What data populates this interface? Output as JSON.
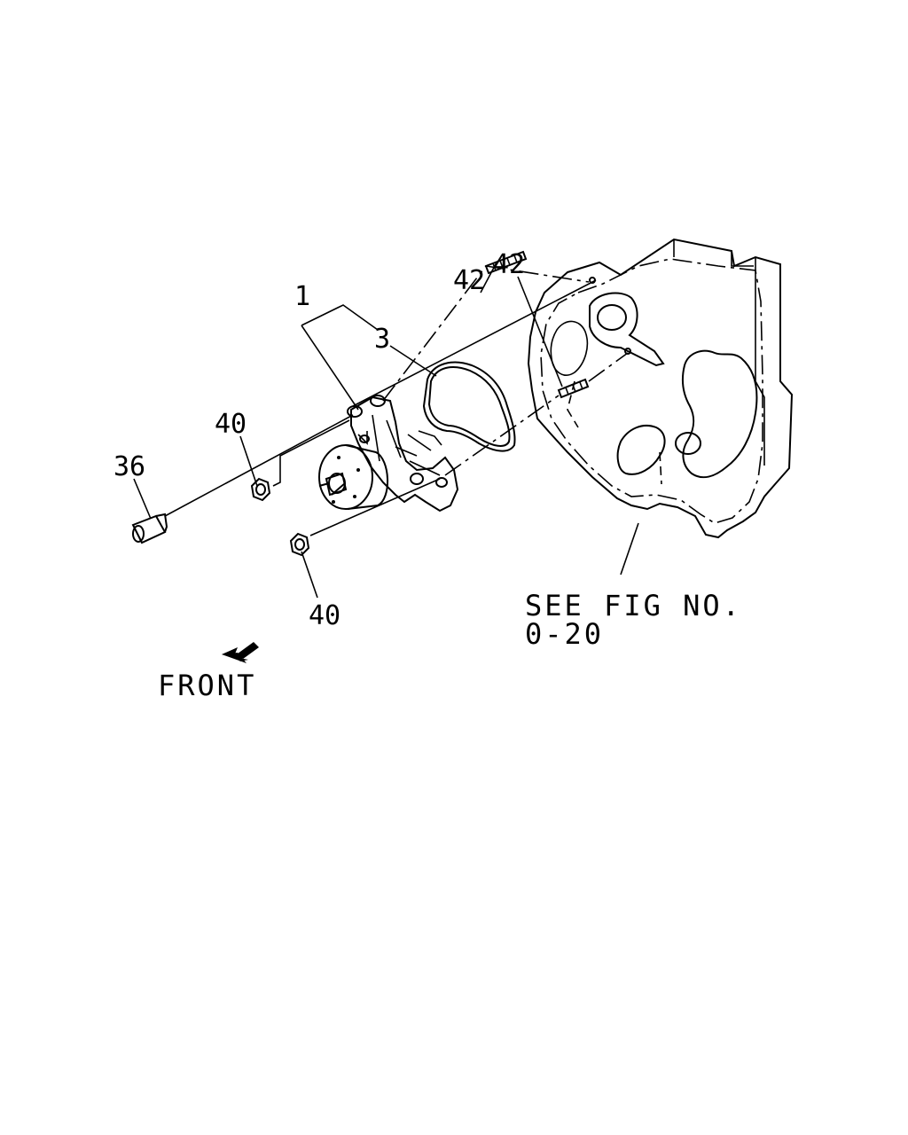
{
  "callouts": {
    "pump": "1",
    "gasket": "3",
    "bolt": "36",
    "nut_upper": "40",
    "nut_lower": "40",
    "stud_left": "42",
    "stud_right": "42"
  },
  "reference": {
    "line1": "SEE FIG NO.",
    "line2": "0-20"
  },
  "direction": {
    "label": "FRONT",
    "icon": "arrow-front-icon"
  },
  "colors": {
    "ink": "#000000",
    "paper": "#ffffff"
  }
}
